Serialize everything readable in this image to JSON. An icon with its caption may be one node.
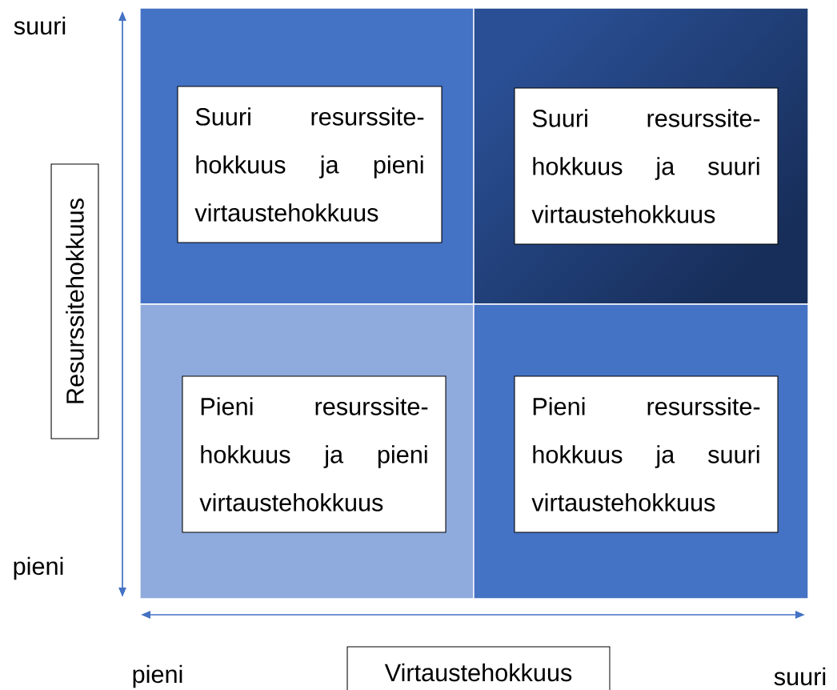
{
  "diagram": {
    "nodes": [
      {
        "text": [],
        "shape": "box"
      },
      {
        "text": [
          "Suuri resurssite- hokkuus ja pieni virtaustehokkuus"
        ],
        "in": 0
      },
      {
        "text": [],
        "shape": "box"
      },
      {
        "text": [
          "Suuri resurssite- hokkuus ja suuri virtaustehokkuus"
        ],
        "in": 2
      },
      {
        "text": [],
        "shape": "box"
      },
      {
        "text": [
          "Pieni resurssite- hokkuus ja pieni virtaustehokkuus"
        ],
        "in": 4
      },
      {
        "text": [],
        "shape": "box"
      },
      {
        "text": [
          "Pieni resurssite- hokkuus ja suuri virtaustehokkuus"
        ],
        "in": 6
      },
      {
        "text": [
          "Resurssitehokkuus"
        ]
      },
      {
        "text": [
          "Virtaustehokkuus"
        ]
      }
    ],
    "labels": [
      "suuri",
      "pieni",
      "pieni",
      "suuri"
    ]
  }
}
